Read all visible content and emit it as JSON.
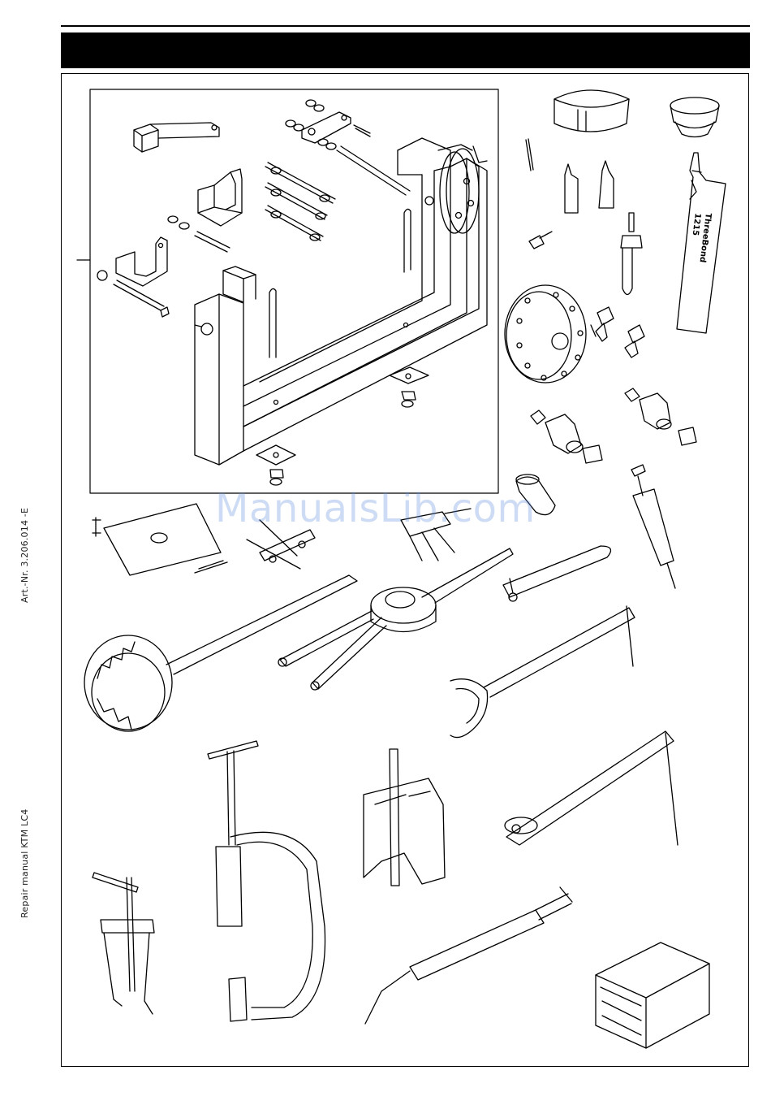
{
  "side_labels": {
    "article_number": "Art.-Nr.  3.206.014 -E",
    "manual": "Repair manual  KTM LC4"
  },
  "tube_label": {
    "brand": "ThreeBond",
    "number": "1215"
  },
  "watermark": "ManualsLib.com",
  "colors": {
    "ink": "#000000",
    "paper": "#ffffff"
  }
}
